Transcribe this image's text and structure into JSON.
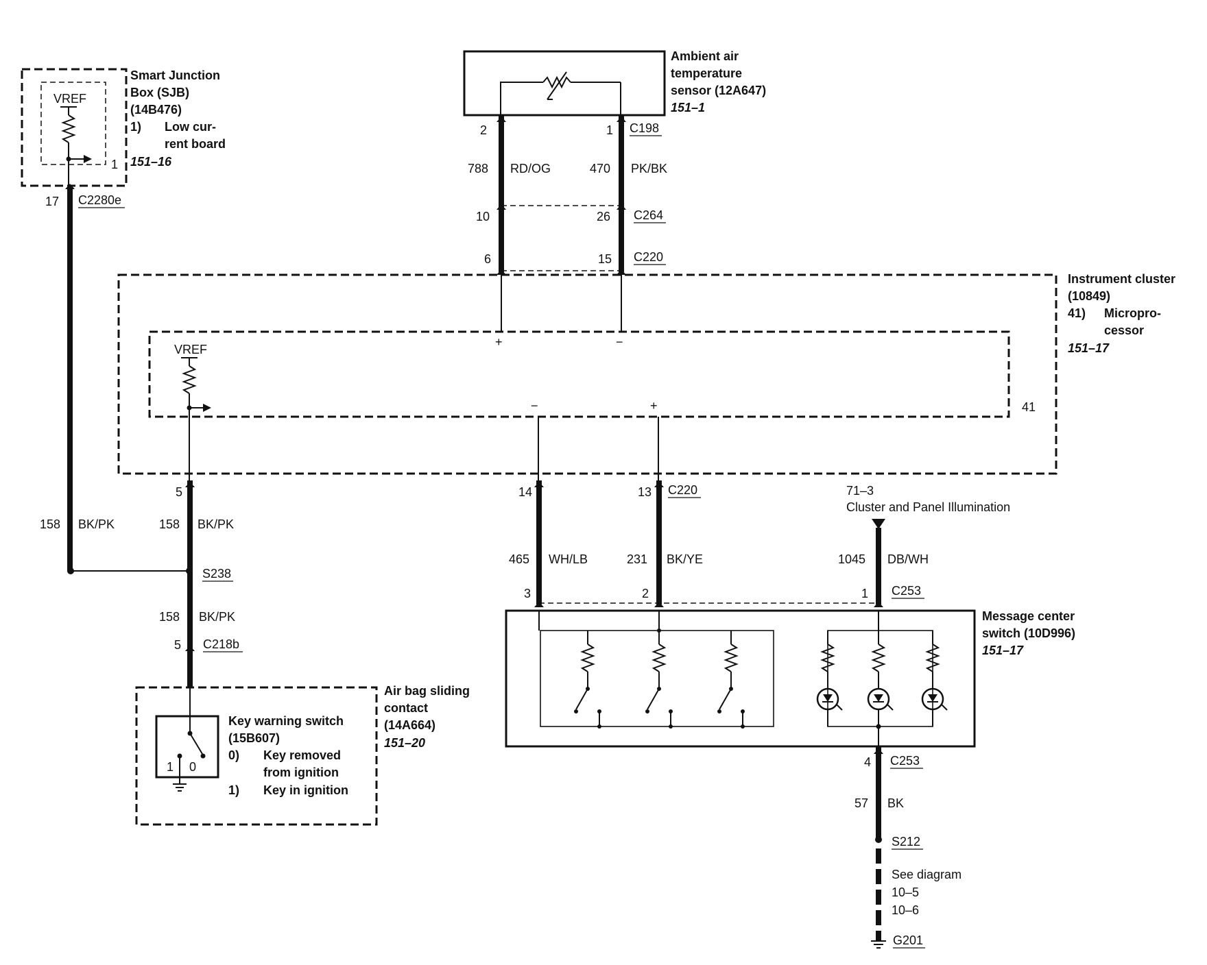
{
  "components": {
    "sjb": {
      "name_lines": [
        "Smart Junction",
        "Box (SJB)",
        "(14B476)"
      ],
      "note_num": "1)",
      "note_lines": [
        "Low cur-",
        "rent board"
      ],
      "ref": "151–16",
      "vref": "VREF",
      "pin": "1"
    },
    "ambient_sensor": {
      "name_lines": [
        "Ambient air",
        "temperature",
        "sensor (12A647)"
      ],
      "ref": "151–1"
    },
    "instrument_cluster": {
      "name_lines": [
        "Instrument cluster",
        "(10849)"
      ],
      "note_num": "41)",
      "note_lines": [
        "Micropro-",
        "cessor"
      ],
      "ref": "151–17",
      "vref": "VREF",
      "pin": "41",
      "polarity_top_left": "+",
      "polarity_top_right": "−",
      "polarity_bottom_left": "−",
      "polarity_bottom_right": "+"
    },
    "message_center": {
      "name_lines": [
        "Message center",
        "switch (10D996)"
      ],
      "ref": "151–17"
    },
    "airbag_contact": {
      "name_lines": [
        "Air bag sliding",
        "contact",
        "(14A664)"
      ],
      "ref": "151–20"
    },
    "key_switch": {
      "name_lines": [
        "Key warning switch",
        "(15B607)"
      ],
      "states": [
        {
          "num": "0)",
          "lines": [
            "Key removed",
            "from ignition"
          ]
        },
        {
          "num": "1)",
          "lines": [
            "Key in ignition"
          ]
        }
      ],
      "pos1": "1",
      "pos0": "0"
    }
  },
  "connectors": {
    "c2280e": {
      "pin": "17",
      "name": "C2280e"
    },
    "c198": {
      "pin_left": "2",
      "pin_right": "1",
      "name": "C198"
    },
    "c264": {
      "pin_left": "10",
      "pin_right": "26",
      "name": "C264"
    },
    "c220_top": {
      "pin_left": "6",
      "pin_right": "15",
      "name": "C220"
    },
    "c220_bottom": {
      "pin_left": "14",
      "pin_right": "13",
      "name": "C220"
    },
    "c218b": {
      "pin": "5",
      "name": "C218b"
    },
    "ic_pin5": "5",
    "c253_top": {
      "pin_left": "3",
      "pin_mid": "2",
      "pin_right": "1",
      "name": "C253"
    },
    "c253_bottom": {
      "pin": "4",
      "name": "C253"
    }
  },
  "wires": {
    "w788": {
      "circuit": "788",
      "color": "RD/OG"
    },
    "w470": {
      "circuit": "470",
      "color": "PK/BK"
    },
    "w158_a": {
      "circuit": "158",
      "color": "BK/PK"
    },
    "w158_b": {
      "circuit": "158",
      "color": "BK/PK"
    },
    "w158_c": {
      "circuit": "158",
      "color": "BK/PK"
    },
    "w465": {
      "circuit": "465",
      "color": "WH/LB"
    },
    "w231": {
      "circuit": "231",
      "color": "BK/YE"
    },
    "w1045": {
      "circuit": "1045",
      "color": "DB/WH"
    },
    "w57": {
      "circuit": "57",
      "color": "BK"
    }
  },
  "splices": {
    "s238": "S238",
    "s212": "S212"
  },
  "ground": {
    "name": "G201",
    "see_lines": [
      "See diagram",
      "10–5",
      "10–6"
    ]
  },
  "illumination_ref": {
    "ref": "71–3",
    "label": "Cluster and Panel Illumination"
  }
}
